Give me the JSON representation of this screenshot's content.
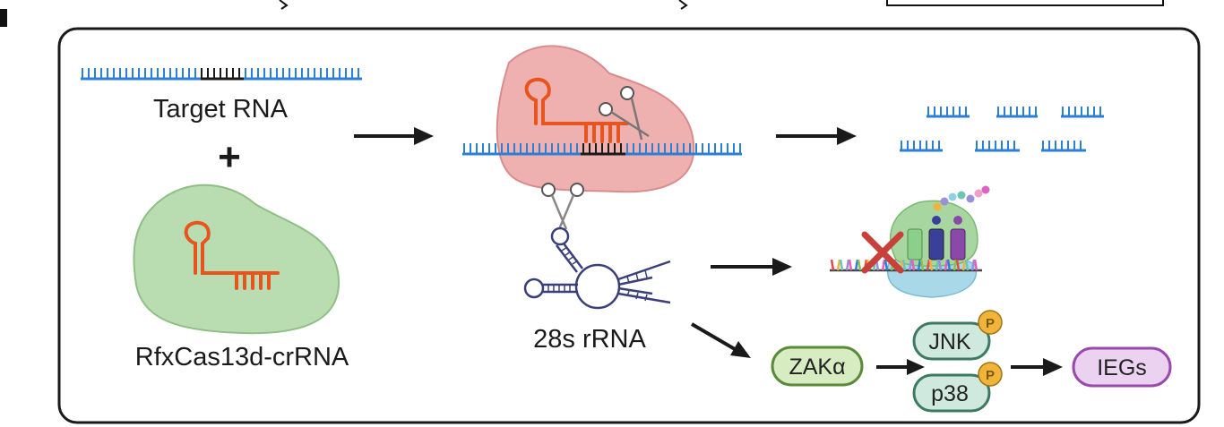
{
  "labels": {
    "target_rna": "Target RNA",
    "plus": "+",
    "cas13d": "RfxCas13d-crRNA",
    "rrna": "28s rRNA"
  },
  "pathway": {
    "zak": "ZAKα",
    "jnk": "JNK",
    "p38": "p38",
    "iegs": "IEGs",
    "phospho": "P"
  },
  "colors": {
    "rna_blue": "#2d7fd3",
    "seed_black": "#1a1a1a",
    "crRNA_red": "#e8541e",
    "cas13_green_fill": "#b9dcb0",
    "cas13_active_fill": "#efb0b0",
    "zak_green": "#d7ecc0",
    "mapk_teal": "#cfe9df",
    "iegs_purple": "#ead2f0",
    "phospho_gold": "#f0b43c"
  }
}
